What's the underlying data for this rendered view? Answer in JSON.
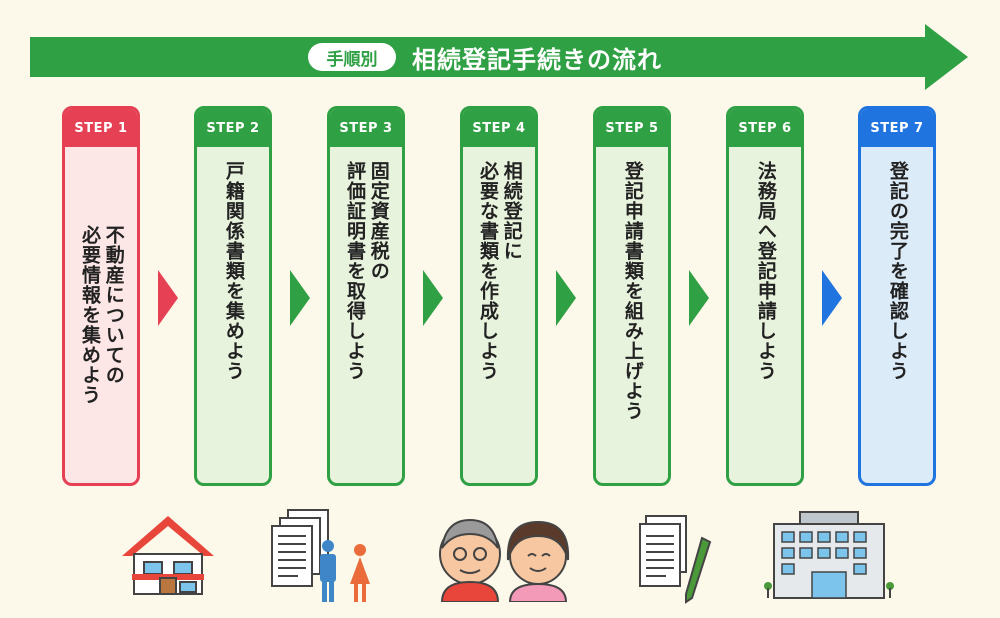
{
  "banner": {
    "pill": "手順別",
    "title": "相続登記手続きの流れ"
  },
  "colors": {
    "green": "#2fa043",
    "red": "#e64054",
    "blue": "#1f74e0",
    "background": "#fcf8ea"
  },
  "steps": [
    {
      "label": "STEP 1",
      "text": "不動産についての\n必要情報を集めよう"
    },
    {
      "label": "STEP 2",
      "text": "戸籍関係書類を集めよう"
    },
    {
      "label": "STEP 3",
      "text": "固定資産税の\n評価証明書を取得しよう"
    },
    {
      "label": "STEP 4",
      "text": "相続登記に\n必要な書類を作成しよう"
    },
    {
      "label": "STEP 5",
      "text": "登記申請書類を組み上げよう"
    },
    {
      "label": "STEP 6",
      "text": "法務局へ登記申請しよう"
    },
    {
      "label": "STEP 7",
      "text": "登記の完了を確認しよう"
    }
  ],
  "illustrations": [
    "house-icon",
    "documents-family-icon",
    "elderly-couple-icon",
    "document-pen-icon",
    "office-building-icon"
  ]
}
